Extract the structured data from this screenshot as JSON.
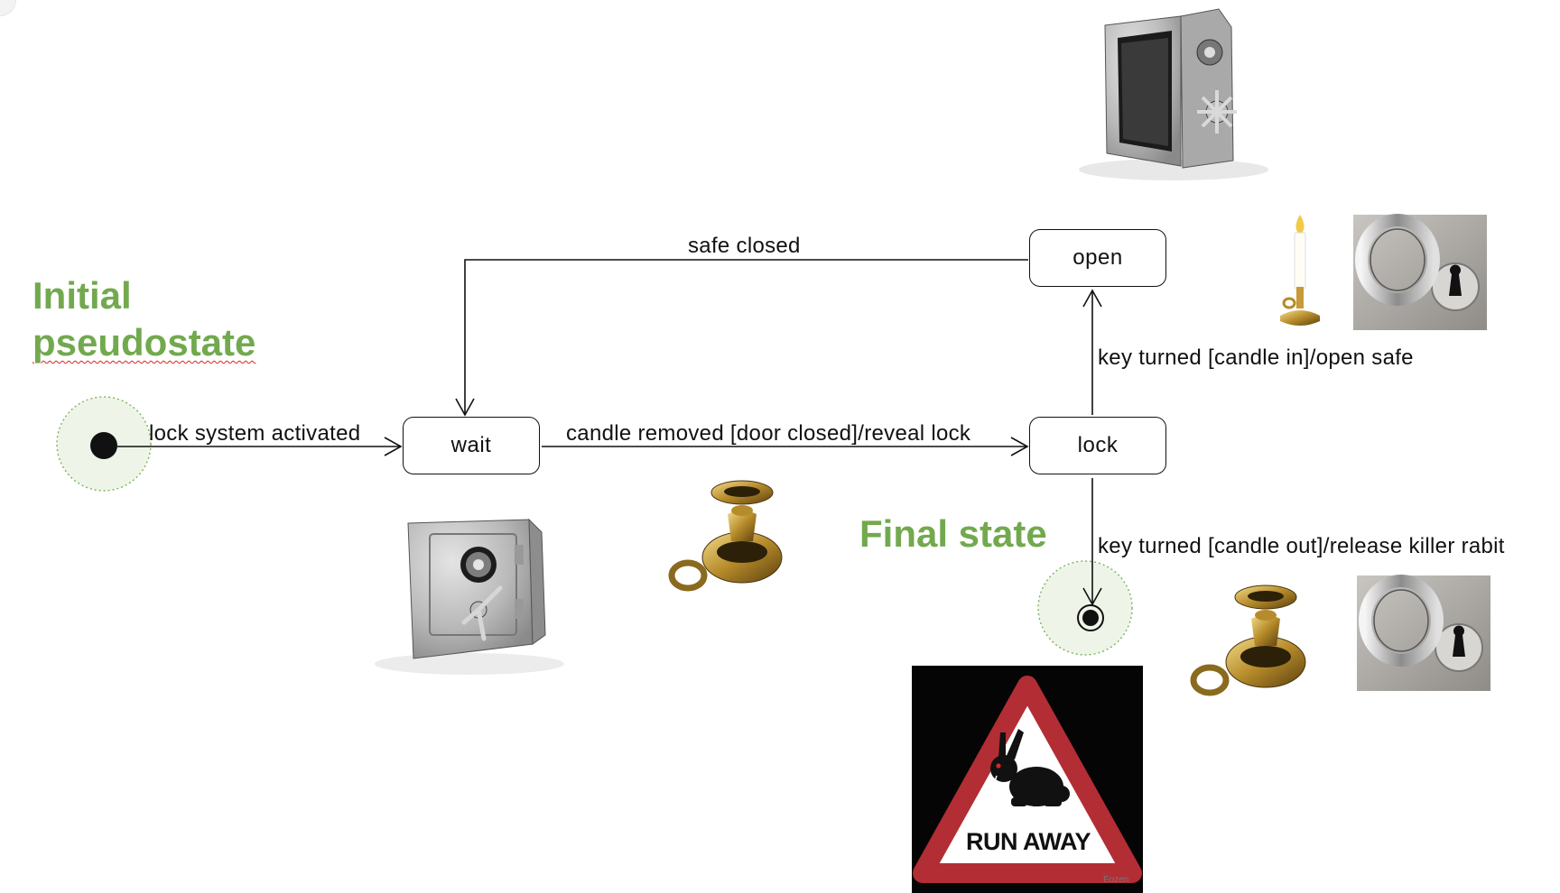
{
  "titles": {
    "initial_line1": "Initial",
    "initial_line2": "pseudostate",
    "final": "Final state"
  },
  "states": {
    "wait": "wait",
    "lock": "lock",
    "open": "open"
  },
  "transitions": {
    "initial_to_wait": "lock system activated",
    "wait_to_lock": "candle removed [door closed]/reveal lock",
    "lock_to_open": "key turned [candle in]/open safe",
    "open_to_wait": "safe closed",
    "lock_to_final": "key turned [candle out]/release killer rabit"
  },
  "sign": {
    "text": "RUN AWAY",
    "credit": "Eozen"
  },
  "colors": {
    "title_green": "#72a94e",
    "line": "#111111",
    "pseudostate_fill": "#eef5e8",
    "pseudostate_ring": "#7bb35c",
    "sign_red": "#b32d34"
  },
  "pictures": [
    "open-safe",
    "candle",
    "key-in-lock",
    "closed-safe",
    "candlestick-holder",
    "candlestick-holder",
    "key-in-lock",
    "run-away-rabbit-sign"
  ]
}
